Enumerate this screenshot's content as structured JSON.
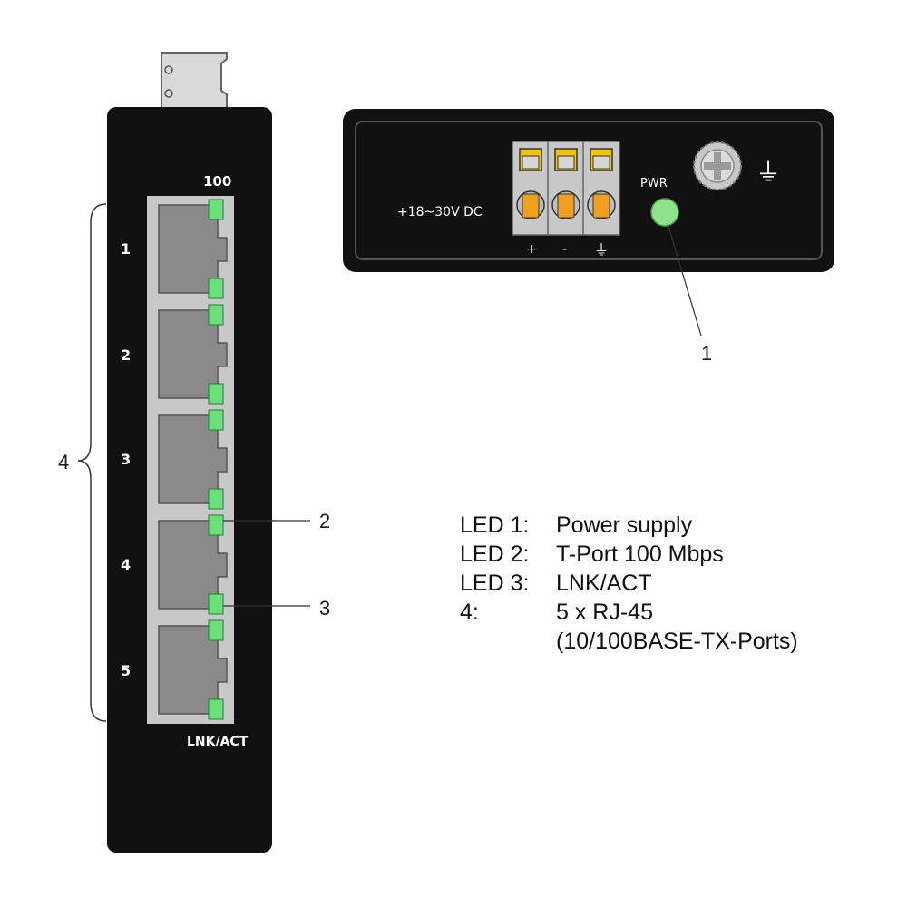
{
  "front_panel": {
    "speed_label": "100",
    "link_label": "LNK/ACT",
    "port_numbers": [
      "1",
      "2",
      "3",
      "4",
      "5"
    ]
  },
  "top_panel": {
    "voltage_label": "+18~30V DC",
    "pwr_label": "PWR",
    "terminal_labels": [
      "+",
      "-",
      "⏚"
    ],
    "ground_symbol": "⏚"
  },
  "callouts": {
    "pwr_led": "1",
    "speed_led": "2",
    "link_led": "3",
    "ports_group": "4"
  },
  "legend": [
    {
      "key": "LED 1:",
      "value": "Power supply"
    },
    {
      "key": "LED 2:",
      "value": "T-Port 100 Mbps"
    },
    {
      "key": "LED 3:",
      "value": "LNK/ACT"
    },
    {
      "key": "4:",
      "value": "5 x RJ-45"
    },
    {
      "key": "",
      "value": "(10/100BASE-TX-Ports)"
    }
  ],
  "colors": {
    "housing": "#111111",
    "panel_gray": "#c8c8c8",
    "port_gray": "#8a8a8a",
    "led_green": "#6be07a",
    "pwr_led": "#8fe08f",
    "terminal_orange": "#f0a020"
  }
}
